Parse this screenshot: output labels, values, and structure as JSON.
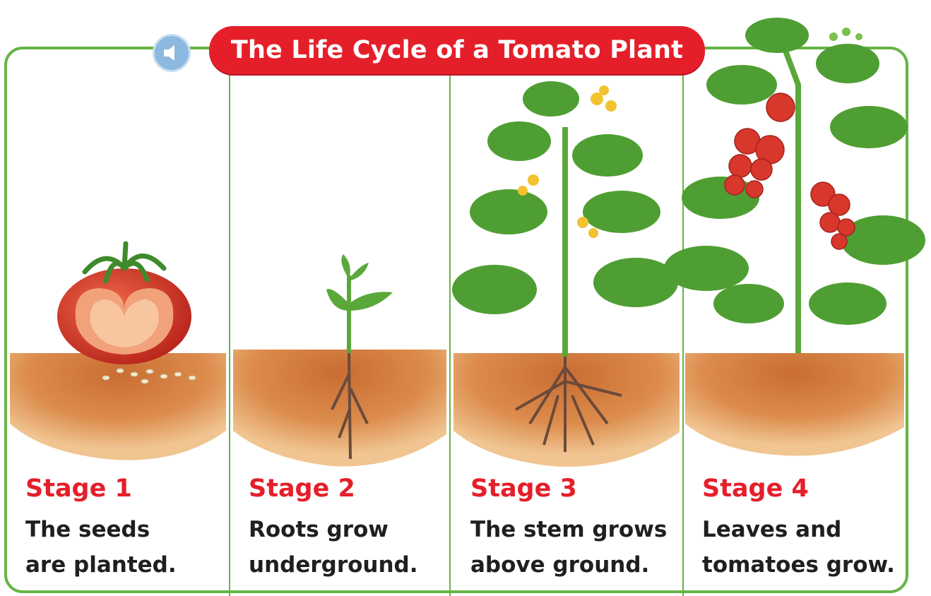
{
  "title": "The Life Cycle of a Tomato Plant",
  "icons": {
    "audio": "speaker-icon"
  },
  "colors": {
    "border": "#66b446",
    "title_bg": "#e51f2a",
    "stage_label": "#e51f2a",
    "text": "#1f1f1f",
    "soil": "#d07a3a",
    "leaf": "#5aa83a",
    "tomato": "#d8372c"
  },
  "stages": [
    {
      "label": "Stage 1",
      "line1": "The seeds",
      "line2": "are planted."
    },
    {
      "label": "Stage 2",
      "line1": "Roots grow",
      "line2": "underground."
    },
    {
      "label": "Stage 3",
      "line1": "The stem grows",
      "line2": "above ground."
    },
    {
      "label": "Stage 4",
      "line1": "Leaves and",
      "line2": "tomatoes grow."
    }
  ]
}
